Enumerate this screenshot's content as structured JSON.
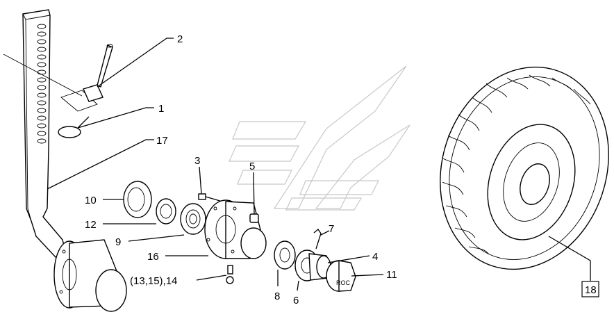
{
  "diagram": {
    "labels": {
      "l1": "1",
      "l2": "2",
      "l3": "3",
      "l4": "4",
      "l5": "5",
      "l6": "6",
      "l7": "7",
      "l8": "8",
      "l9": "9",
      "l10": "10",
      "l11": "11",
      "l12": "12",
      "l13_15_14": "(13,15),14",
      "l16": "16",
      "l17": "17",
      "l18": "18"
    },
    "cap_text": "ROC",
    "colors": {
      "line": "#000000",
      "background": "#ffffff",
      "watermark": "#c8c8c8"
    }
  }
}
